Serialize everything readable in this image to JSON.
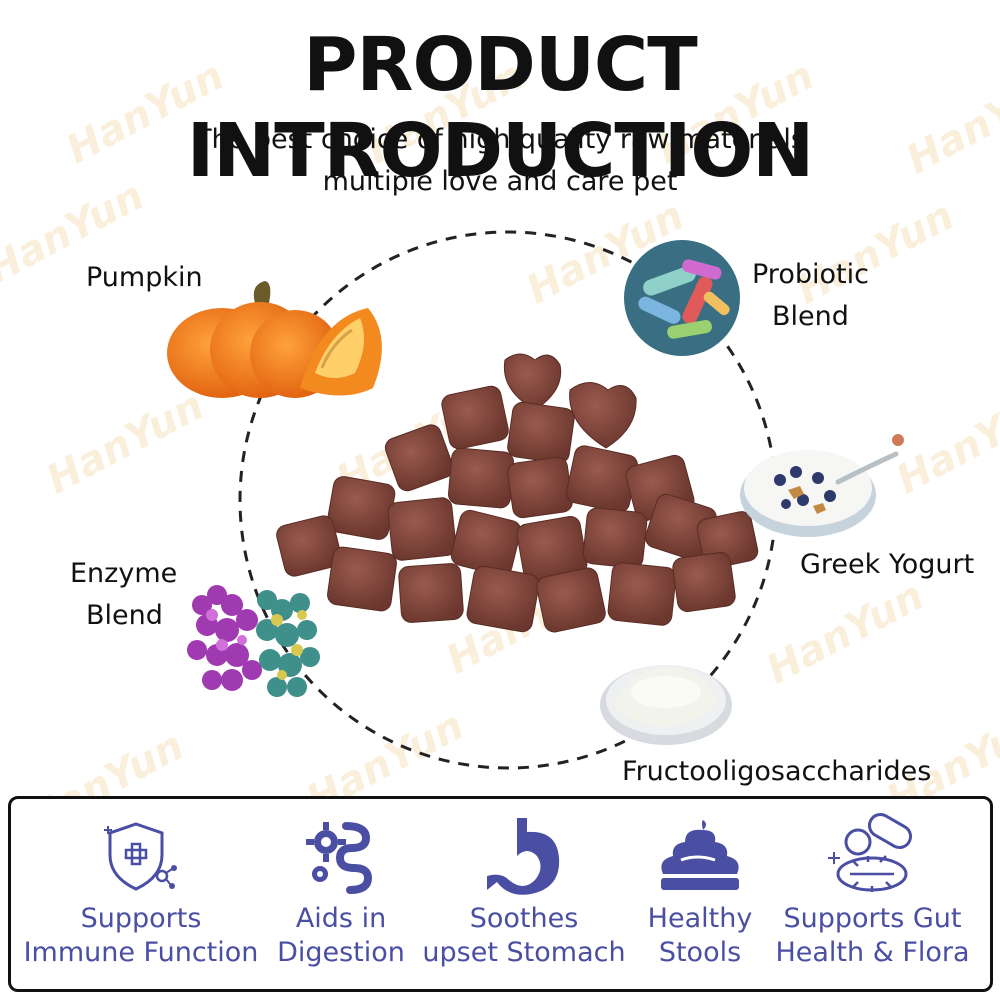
{
  "header": {
    "title": "PRODUCT INTRODUCTION",
    "subtitle_line1": "The best choice of high quality raw materials",
    "subtitle_line2": "multiple love and care pet"
  },
  "watermark_text": "HanYun",
  "ingredients": {
    "pumpkin": "Pumpkin",
    "probiotic_line1": "Probiotic",
    "probiotic_line2": "Blend",
    "enzyme_line1": "Enzyme",
    "enzyme_line2": "Blend",
    "yogurt": "Greek Yogurt",
    "fos": "Fructooligosaccharides"
  },
  "benefits": [
    {
      "line1": "Supports",
      "line2": "Immune Function",
      "icon": "shield-molecule-icon"
    },
    {
      "line1": "Aids in",
      "line2": "Digestion",
      "icon": "gear-intestine-icon"
    },
    {
      "line1": "Soothes",
      "line2": "upset Stomach",
      "icon": "stomach-icon"
    },
    {
      "line1": "Healthy",
      "line2": "Stools",
      "icon": "stool-icon"
    },
    {
      "line1": "Supports Gut",
      "line2": "Health & Flora",
      "icon": "bacteria-icon"
    }
  ],
  "colors": {
    "benefit_text": "#4a4fa3",
    "pumpkin": "#f07a1a",
    "treat": "#7a4238",
    "watermark": "#f3ddb0"
  }
}
